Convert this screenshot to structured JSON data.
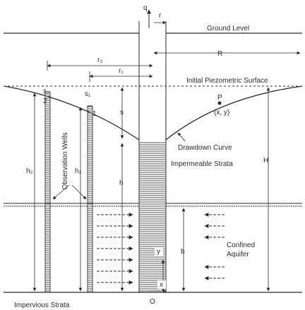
{
  "labels": {
    "q": "q",
    "r": "r",
    "ground_level": "Ground Level",
    "R": "R",
    "r2": "r₂",
    "r1": "r₁",
    "initial_piezometric_surface": "Initial Piezometric Surface",
    "s2": "s₂",
    "s1": "s₁",
    "well2": "2",
    "well1": "1",
    "s": "s",
    "P": "P",
    "xy": "(x, y)",
    "observation_wells": "Observation Wells",
    "drawdown_curve": "Drawdown Curve",
    "impermeable_strata": "Impermeable Strata",
    "h2": "h₂",
    "h1": "h₁",
    "h": "h",
    "H": "H",
    "b": "b",
    "y": "y",
    "x": "x",
    "confined": "Confined",
    "aquifer": "Aquifer",
    "impervious_strata": "Impervious Strata",
    "O": "O"
  },
  "colors": {
    "ink": "#2a2a2a",
    "hatch": "#555555",
    "background": "#ffffff"
  }
}
